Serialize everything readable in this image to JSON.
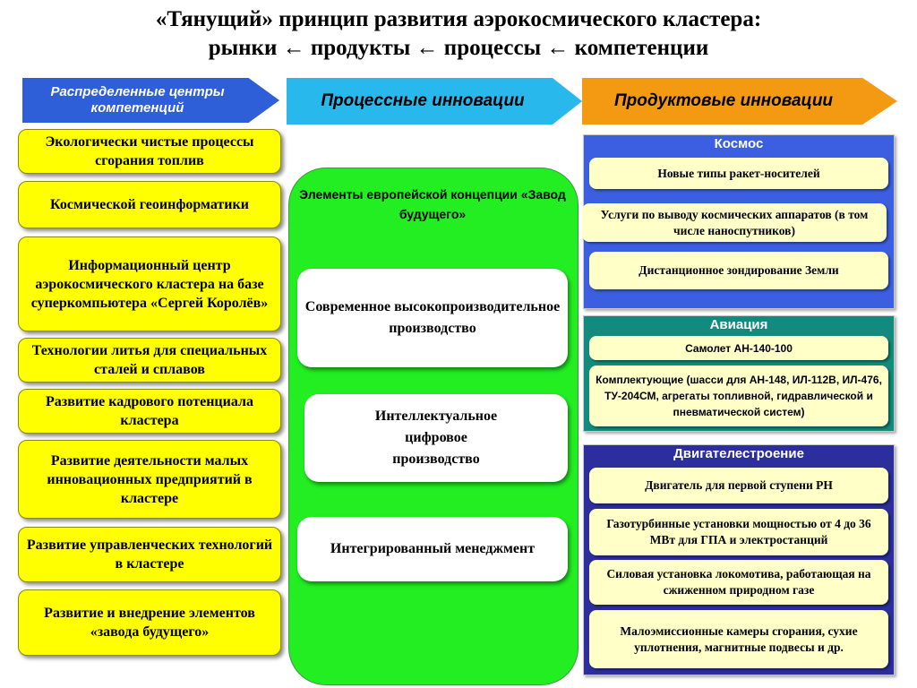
{
  "title": {
    "line1": "«Тянущий» принцип развития аэрокосмического кластера:",
    "line2": "рынки ← продукты ← процессы ← компетенции"
  },
  "arrows": {
    "competence": "Распределенные центры компетенций",
    "process": "Процессные инновации",
    "product": "Продуктовые инновации"
  },
  "competences": [
    "Экологически чистые процессы сгорания топлив",
    "Космической геоинформатики",
    "Информационный центр аэрокосмического кластера на базе суперкомпьютера «Сергей Королёв»",
    "Технологии литья для специальных сталей и сплавов",
    "Развитие кадрового потенциала кластера",
    "Развитие деятельности малых инновационных предприятий в кластере",
    "Развитие управленческих технологий в кластере",
    "Развитие и внедрение элементов «завода будущего»"
  ],
  "process": {
    "title": "Элементы европейской концепции «Завод будущего»",
    "items": [
      "Современное высокопроизводительное производство",
      "Интеллектуальное цифровое производство",
      "Интегрированный менеджмент"
    ]
  },
  "products": {
    "kosmos": {
      "title": "Космос",
      "items": [
        "Новые типы ракет-носителей",
        "Услуги по выводу космических аппаратов (в том числе наноспутников)",
        "Дистанционное зондирование Земли"
      ]
    },
    "avia": {
      "title": "Авиация",
      "items": [
        "Самолет АН-140-100",
        "Комплектующие (шасси для АН-148, ИЛ-112В, ИЛ-476, ТУ-204СМ, агрегаты топливной, гидравлической и пневматической систем)"
      ]
    },
    "dvig": {
      "title": "Двигателестроение",
      "items": [
        "Двигатель для первой ступени РН",
        "Газотурбинные установки мощностью от 4 до 36 МВт для ГПА и электростанций",
        "Силовая установка локомотива, работающая на сжиженном природном газе",
        "Малоэмиссионные камеры сгорания, сухие уплотнения, магнитные подвесы и др."
      ]
    }
  },
  "colors": {
    "competence_arrow": "#2e5fd8",
    "process_arrow": "#29b8ec",
    "product_arrow": "#f39a12",
    "competence_box": "#ffff00",
    "process_panel": "#22ee22",
    "kosmos_panel": "#3b5fe0",
    "avia_panel": "#128a7e",
    "dvig_panel": "#2b2e9c"
  }
}
